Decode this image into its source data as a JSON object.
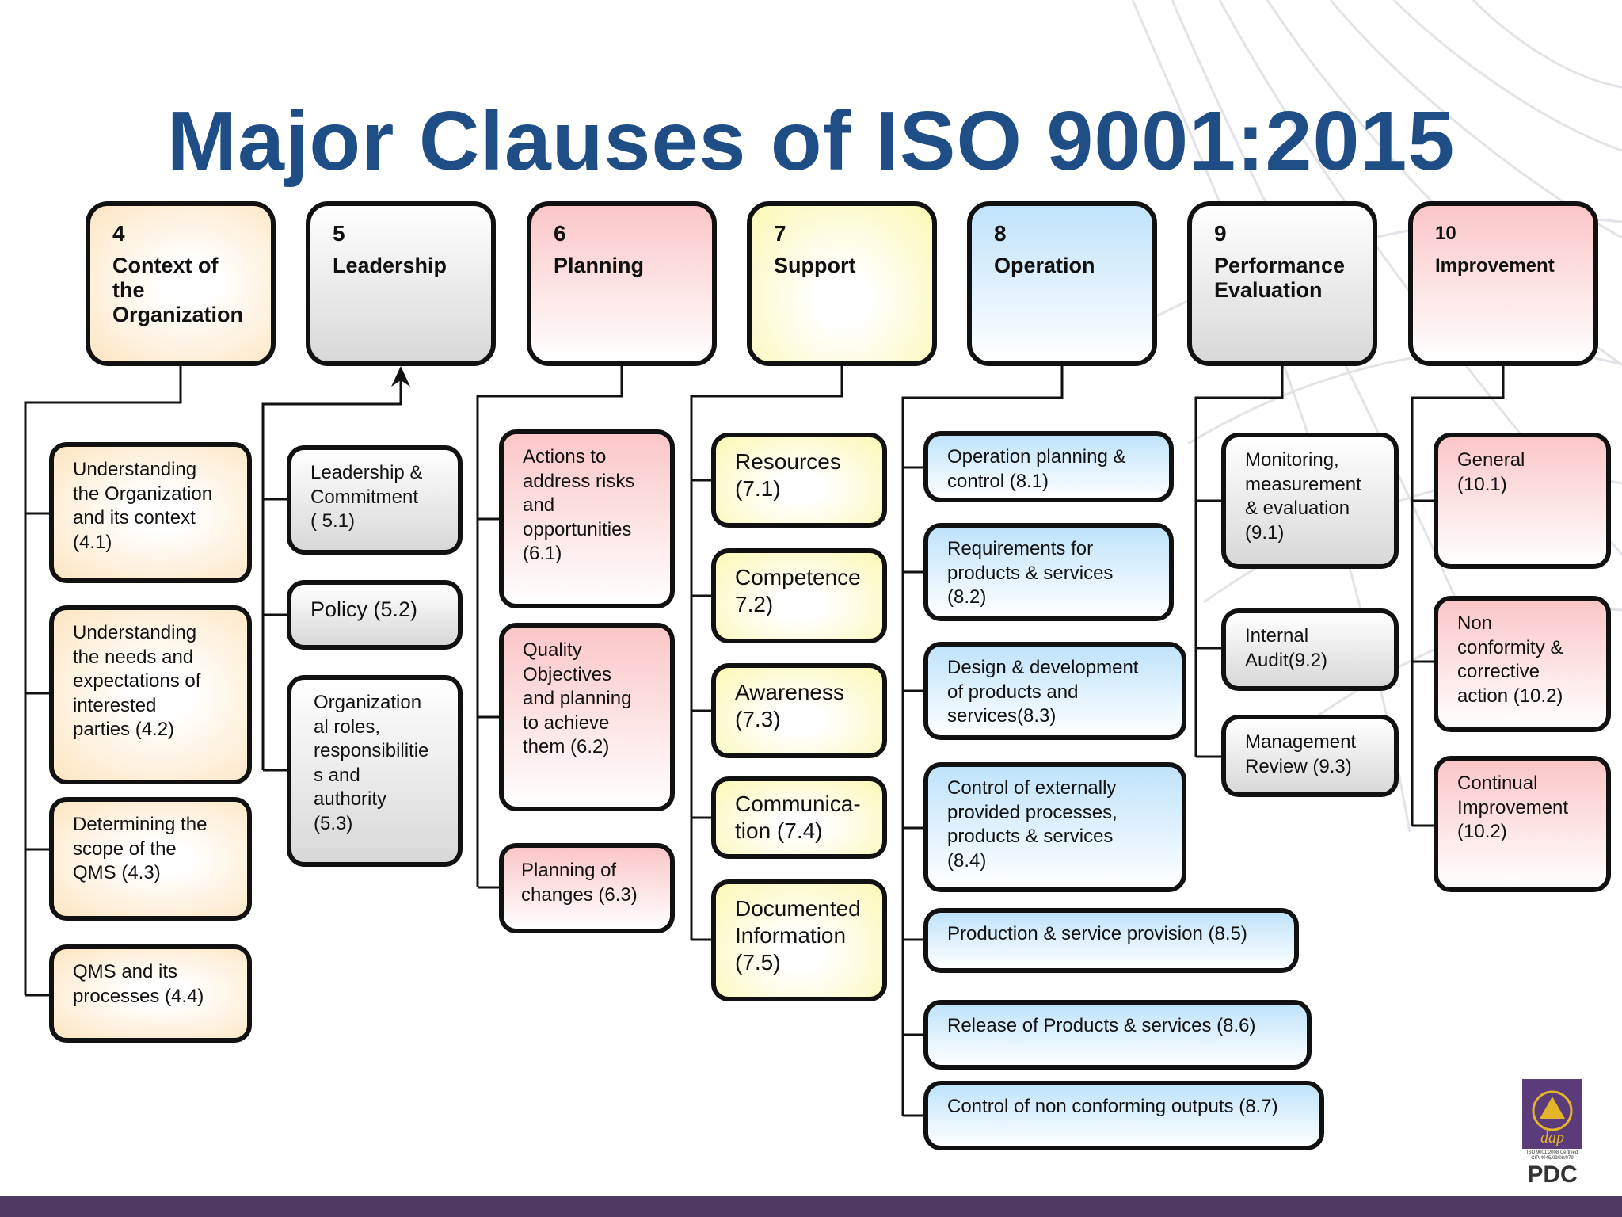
{
  "title": "Major Clauses of ISO 9001:2015",
  "clauses": [
    {
      "number": "4",
      "title": "Context of the\nOrganization",
      "color": "#fde5c1",
      "subclauses": [
        "Understanding\nthe Organization\nand its context\n(4.1)",
        "Understanding\nthe needs and\nexpectations of\ninterested\nparties (4.2)",
        "Determining the\nscope of the\nQMS (4.3)",
        "QMS and its\nprocesses (4.4)"
      ]
    },
    {
      "number": "5",
      "title": "Leadership",
      "color": "#d8d8d8",
      "subclauses": [
        "Leadership &\nCommitment\n( 5.1)",
        "Policy  (5.2)",
        "Organization\nal roles,\nresponsibilitie\ns and\nauthority\n(5.3)"
      ]
    },
    {
      "number": "6",
      "title": "Planning",
      "color": "#fbc6c8",
      "subclauses": [
        "Actions to\naddress risks\nand\nopportunities\n(6.1)",
        "Quality\nObjectives\nand planning\nto achieve\nthem (6.2)",
        "Planning of\nchanges (6.3)"
      ]
    },
    {
      "number": "7",
      "title": "Support",
      "color": "#fbf8b4",
      "subclauses": [
        "Resources\n(7.1)",
        "Competence\n7.2)",
        "Awareness\n(7.3)",
        "Communica-\ntion (7.4)",
        "Documented\nInformation\n(7.5)"
      ]
    },
    {
      "number": "8",
      "title": "Operation",
      "color": "#bfe3fb",
      "subclauses": [
        "Operation planning &\ncontrol (8.1)",
        "Requirements for\nproducts & services\n(8.2)",
        "Design  & development\nof products and\nservices(8.3)",
        "Control of externally\nprovided processes,\nproducts & services\n(8.4)",
        "Production & service provision (8.5)",
        "Release of Products & services  (8.6)",
        "Control of non conforming outputs (8.7)"
      ]
    },
    {
      "number": "9",
      "title": "Performance\nEvaluation",
      "color": "#d8d8d8",
      "subclauses": [
        "Monitoring,\nmeasurement\n& evaluation\n(9.1)",
        "Internal\nAudit(9.2)",
        "Management\nReview (9.3)"
      ]
    },
    {
      "number": "10",
      "title": "Improvement",
      "color": "#fbc6c8",
      "subclauses": [
        "General\n(10.1)",
        "Non\nconformity &\ncorrective\naction  (10.2)",
        "Continual\nImprovement\n(10.2)"
      ]
    }
  ],
  "logo": {
    "emblem_text": "dap",
    "cert_line_1": "ISO 9001:2008 Certified",
    "cert_line_2": "CIP/4045/09/08/079",
    "text": "PDC"
  }
}
